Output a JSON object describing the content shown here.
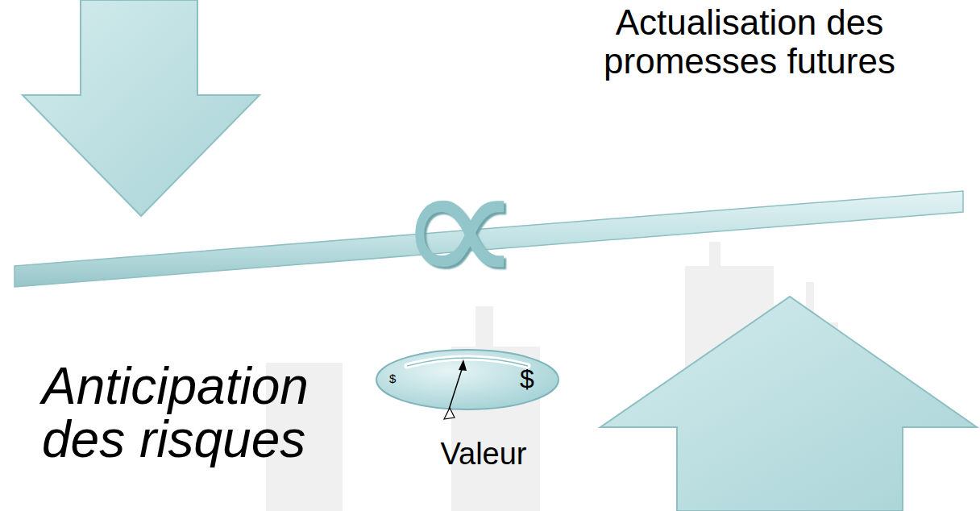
{
  "diagram": {
    "nodes": [
      {
        "text": [
          "$",
          "$"
        ]
      }
    ],
    "labels": [
      "Actualisation des promesses futures",
      "∝",
      "Anticipation des risques",
      "Valeur"
    ]
  }
}
